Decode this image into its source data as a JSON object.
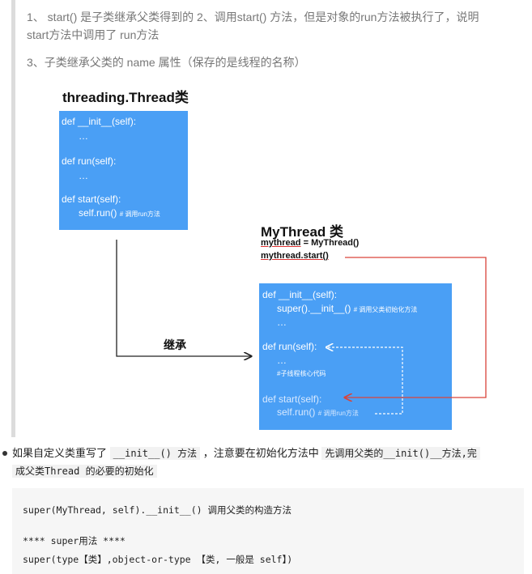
{
  "quote": {
    "line1": "1、 start() 是子类继承父类得到的 2、调用start() 方法，但是对象的run方法被执行了，说明",
    "line2": "start方法中调用了 run方法",
    "line3": "3、子类继承父类的 name 属性（保存的是线程的名称）"
  },
  "diagram": {
    "parent_title": "threading.Thread类",
    "parent_box": {
      "l1": "def __init__(self):",
      "l2": "…",
      "l3": "def run(self):",
      "l4": "…",
      "l5": "def start(self):",
      "l6": "self.run()",
      "l6_comment": "# 调用run方法"
    },
    "inherit_label": "继承",
    "child_title": "MyThread 类",
    "obj_line1_var": "mythread",
    "obj_line1_rest": " = MyThread()",
    "obj_line2_var": "mythread.start()",
    "child_box": {
      "l1": "def __init__(self):",
      "l2": "super().__init__()",
      "l2_comment": "# 调用父类初始化方法",
      "l3": "…",
      "l4": "def run(self):",
      "l5": "…",
      "l6": "#子线程核心代码",
      "l7": "def start(self):",
      "l8": "self.run()",
      "l8_comment": "# 调用run方法"
    },
    "colors": {
      "box": "#4a9ff5",
      "arrow_red": "#d9433a",
      "arrow_dark": "#222222"
    }
  },
  "bullet": {
    "p1": "如果自定义类重写了",
    "code1": "__init__() 方法",
    "p2": "，注意要在初始化方法中",
    "code2": "先调用父类的__init()__方法,完",
    "line2": "成父类Thread 的必要的初始化"
  },
  "code": {
    "line1": "super(MyThread, self).__init__() 调用父类的构造方法",
    "line2": "**** super用法 ****",
    "line3": "super(type【类】,object-or-type 【类, 一般是 self】)"
  }
}
